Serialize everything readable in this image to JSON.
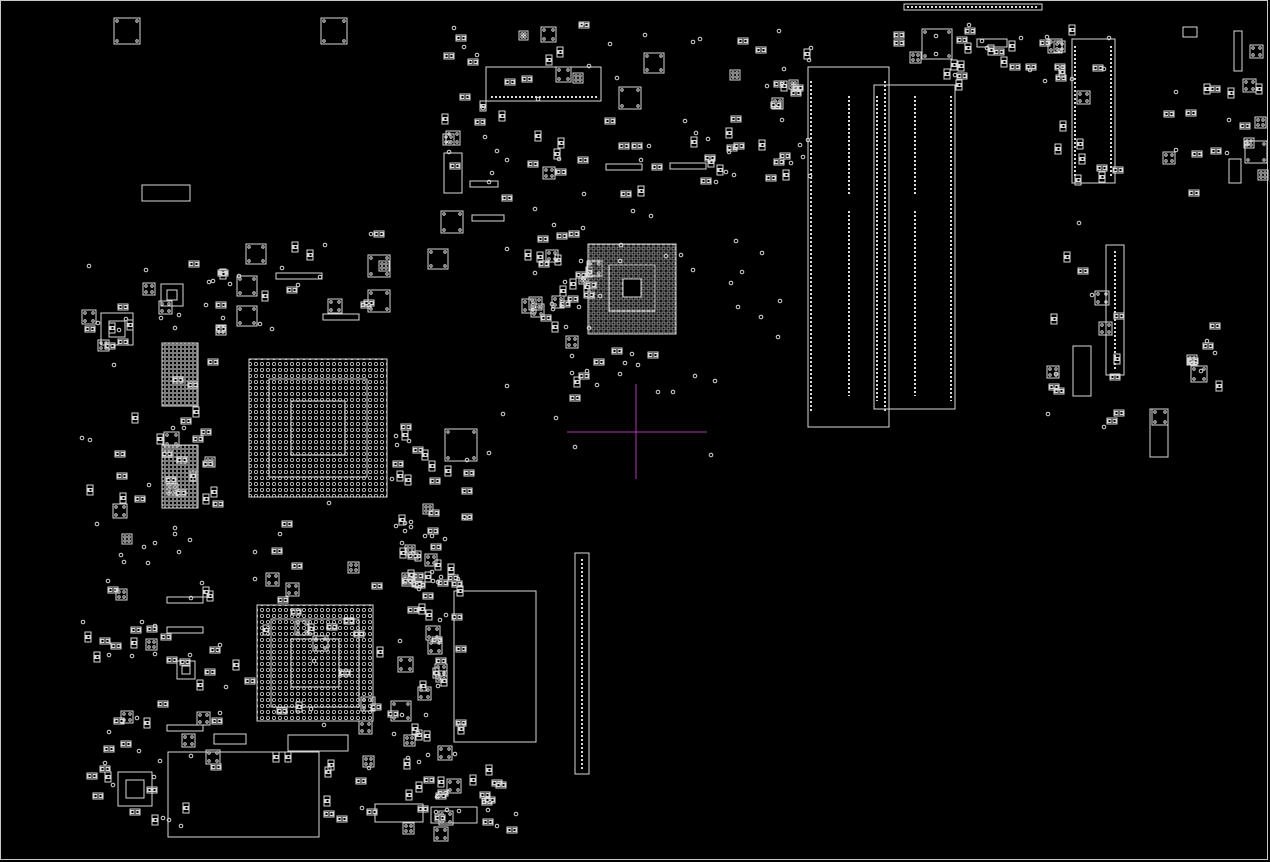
{
  "colors": {
    "background": "#000000",
    "outline": "#d8d8d8",
    "cursor": "#b03ab0"
  },
  "board": {
    "bga_chips": [
      "cpu",
      "pch",
      "gpu"
    ],
    "connectors": [
      "dimm-slot-a",
      "dimm-slot-b",
      "top-header",
      "side-header"
    ]
  }
}
